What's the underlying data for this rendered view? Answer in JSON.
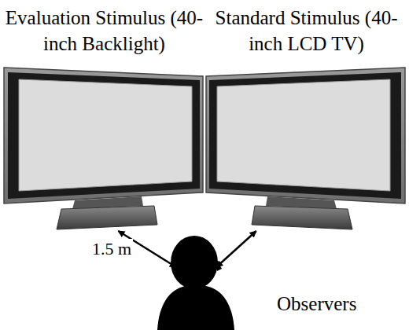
{
  "diagram": {
    "nodes": [
      {
        "text": [
          "Evaluation Stimulus (40-inch Backlight)"
        ]
      },
      {
        "text": [
          "Standard Stimulus (40-inch LCD TV)"
        ]
      },
      {
        "text": [
          "Observers"
        ]
      }
    ],
    "edges": [
      {
        "from": 2,
        "to": 0,
        "arrow": "both",
        "label": "1.5 m"
      },
      {
        "from": 2,
        "to": 1,
        "arrow": "both"
      }
    ]
  }
}
